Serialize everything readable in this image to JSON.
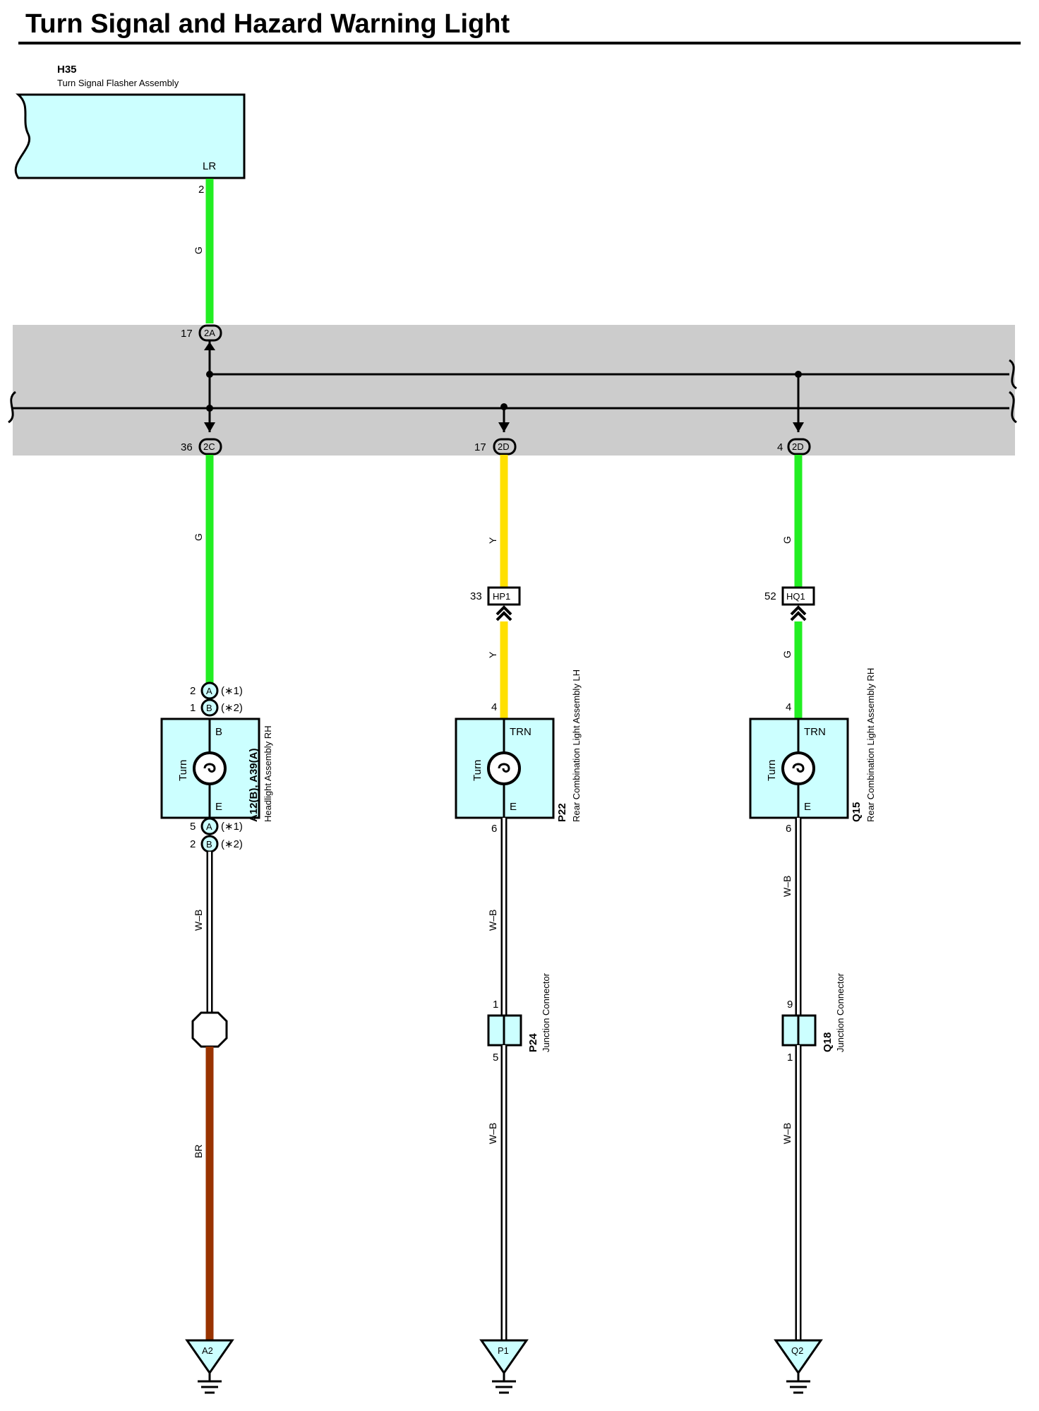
{
  "title": "Turn Signal and Hazard Warning Light",
  "flasher": {
    "code": "H35",
    "name": "Turn Signal Flasher Assembly",
    "terminal": "LR",
    "pin": "2"
  },
  "wires": {
    "g": "G",
    "y": "Y",
    "wb": "W–B",
    "br": "BR"
  },
  "wire_colors": {
    "green": "#22ee22",
    "yellow": "#ffe000",
    "brown": "#993300",
    "cyan": "#ccffff",
    "gray": "#cccccc"
  },
  "junction_block": {
    "in_pin": "17",
    "in_conn": "2A",
    "out1_pin": "36",
    "out1_conn": "2C",
    "out2_pin": "17",
    "out2_conn": "2D",
    "out3_pin": "4",
    "out3_conn": "2D"
  },
  "headlight": {
    "code": "A12(B), A39(A)",
    "name": "Headlight Assembly RH",
    "label": "Turn",
    "term_in": "B",
    "term_out": "E",
    "in_pin_a": "2",
    "in_conn_a": "A",
    "note_a": "(∗1)",
    "in_pin_b": "1",
    "in_conn_b": "B",
    "note_b": "(∗2)",
    "out_pin_a": "5",
    "out_conn_a": "A",
    "out_note_a": "(∗1)",
    "out_pin_b": "2",
    "out_conn_b": "B",
    "out_note_b": "(∗2)",
    "ground": "A2"
  },
  "rear_lh": {
    "conn": "HP1",
    "conn_pin": "33",
    "code": "P22",
    "name": "Rear Combination Light Assembly LH",
    "label": "Turn",
    "term_in": "TRN",
    "term_out": "E",
    "pin_in": "4",
    "pin_out": "6",
    "junction_code": "P24",
    "junction_name": "Junction Connector",
    "junction_in": "1",
    "junction_out": "5",
    "ground": "P1"
  },
  "rear_rh": {
    "conn": "HQ1",
    "conn_pin": "52",
    "code": "Q15",
    "name": "Rear Combination Light Assembly RH",
    "label": "Turn",
    "term_in": "TRN",
    "term_out": "E",
    "pin_in": "4",
    "pin_out": "6",
    "junction_code": "Q18",
    "junction_name": "Junction Connector",
    "junction_in": "9",
    "junction_out": "1",
    "ground": "Q2"
  }
}
